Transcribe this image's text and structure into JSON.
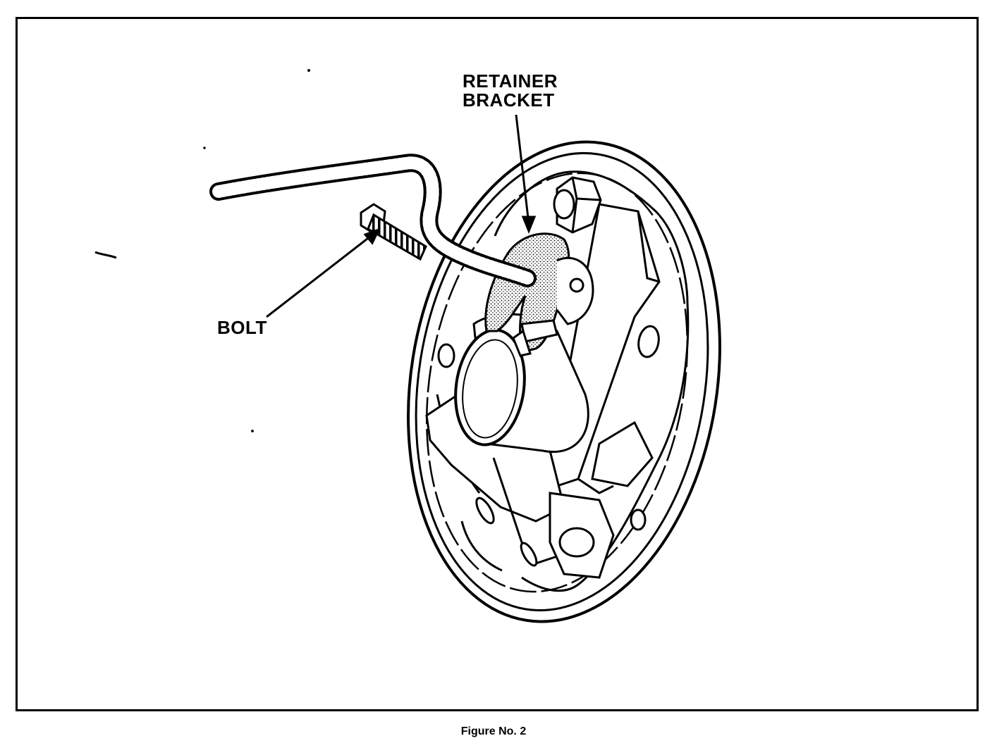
{
  "labels": {
    "retainer_line1": "RETAINER",
    "retainer_line2": "BRACKET",
    "bolt": "BOLT"
  },
  "caption": "Figure No. 2",
  "colors": {
    "ink": "#000000",
    "paper": "#ffffff",
    "shade": "#bdbdbd"
  }
}
